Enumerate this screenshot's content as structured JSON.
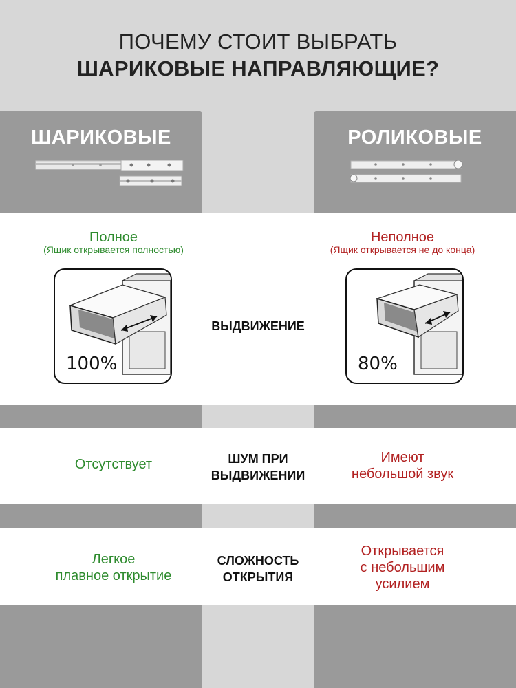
{
  "header": {
    "line1": "ПОЧЕМУ СТОИТ ВЫБРАТЬ",
    "line2": "ШАРИКОВЫЕ НАПРАВЛЯЮЩИЕ?"
  },
  "left": {
    "title": "ШАРИКОВЫЕ",
    "extension": {
      "value": "Полное",
      "note": "(Ящик открывается полностью)",
      "percent": "100%"
    },
    "noise": "Отсутствует",
    "ease": [
      "Легкое",
      "плавное открытие"
    ]
  },
  "right": {
    "title": "РОЛИКОВЫЕ",
    "extension": {
      "value": "Неполное",
      "note": "(Ящик открывается не до конца)",
      "percent": "80%"
    },
    "noise": [
      "Имеют",
      "небольшой звук"
    ],
    "ease": [
      "Открывается",
      "с небольшим",
      "усилием"
    ]
  },
  "features": {
    "extension": "ВЫДВИЖЕНИЕ",
    "noise": [
      "ШУМ ПРИ",
      "ВЫДВИЖЕНИИ"
    ],
    "ease": [
      "СЛОЖНОСТЬ",
      "ОТКРЫТИЯ"
    ]
  },
  "colors": {
    "positive": "#2e8b2e",
    "negative": "#b22222",
    "panel": "#9a9a9a",
    "background": "#d7d7d7"
  }
}
